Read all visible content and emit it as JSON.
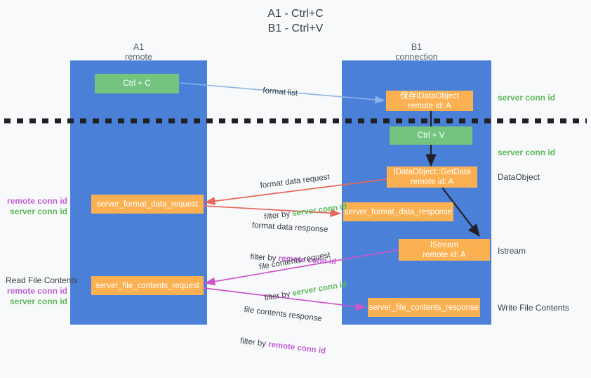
{
  "title": "A1 - Ctrl+C\nB1 - Ctrl+V",
  "colors": {
    "lane": "#4a80d8",
    "green_box": "#74c47f",
    "orange_box": "#fbb151",
    "server_conn_id": "#5cb85c",
    "remote_conn_id": "#c061d6",
    "arrow_blue": "#8ab4e8",
    "arrow_red": "#e8675a",
    "arrow_magenta": "#cc55cc",
    "arrow_black": "#202124",
    "background": "#f8f9fa"
  },
  "columns": [
    {
      "name": "A1",
      "sub": "remote",
      "label": "A1\nremote"
    },
    {
      "name": "B1",
      "sub": "connection",
      "label": "B1\nconnection"
    }
  ],
  "boxes": [
    {
      "id": "ctrl-c",
      "text": "Ctrl + C",
      "style": "green",
      "lane": "A1"
    },
    {
      "id": "save-idataobject",
      "text": "保存IDataObject\nremote id: A",
      "style": "orange",
      "lane": "B1"
    },
    {
      "id": "ctrl-v",
      "text": "Ctrl + V",
      "style": "green",
      "lane": "B1"
    },
    {
      "id": "idataobject-getdata",
      "text": "IDataObject::GetData\nremote id: A",
      "style": "orange",
      "lane": "B1"
    },
    {
      "id": "server-format-data-request",
      "text": "server_format_data_request",
      "style": "orange",
      "lane": "A1"
    },
    {
      "id": "server-format-data-response",
      "text": "server_format_data_response",
      "style": "orange",
      "lane": "B1"
    },
    {
      "id": "istream",
      "text": "IStream\nremote id: A",
      "style": "orange",
      "lane": "B1"
    },
    {
      "id": "server-file-contents-request",
      "text": "server_file_contents_request",
      "style": "orange",
      "lane": "A1"
    },
    {
      "id": "server-file-contents-response",
      "text": "server_file_contents_response",
      "style": "orange",
      "lane": "B1"
    }
  ],
  "right_labels": [
    {
      "id": "r1",
      "text": "server conn id",
      "color": "green"
    },
    {
      "id": "r2",
      "text": "server conn id",
      "color": "green"
    },
    {
      "id": "r3",
      "text": "DataObject",
      "color": "dark"
    },
    {
      "id": "r4",
      "text": "Istream",
      "color": "dark"
    },
    {
      "id": "r5",
      "text": "Write File Contents",
      "color": "dark"
    }
  ],
  "left_labels": {
    "group1": {
      "remote": "remote conn id",
      "server": "server conn id"
    },
    "group2": {
      "heading": "Read File Contents",
      "remote": "remote conn id",
      "server": "server conn id"
    }
  },
  "annotations": [
    {
      "id": "format-list",
      "text": "format list"
    },
    {
      "id": "format-data-request",
      "line1": "format data request",
      "line2_prefix": "filter by ",
      "line2_key": "server conn id",
      "key_color": "green"
    },
    {
      "id": "format-data-response",
      "line1": "format data response",
      "line2_prefix": "filter by ",
      "line2_key": "remote conn id",
      "key_color": "purple"
    },
    {
      "id": "file-contents-request",
      "line1": "file contents request",
      "line2_prefix": "filter by ",
      "line2_key": "server conn id",
      "key_color": "green"
    },
    {
      "id": "file-contents-response",
      "line1": "file contents response",
      "line2_prefix": "filter by ",
      "line2_key": "remote conn id",
      "key_color": "purple"
    }
  ]
}
